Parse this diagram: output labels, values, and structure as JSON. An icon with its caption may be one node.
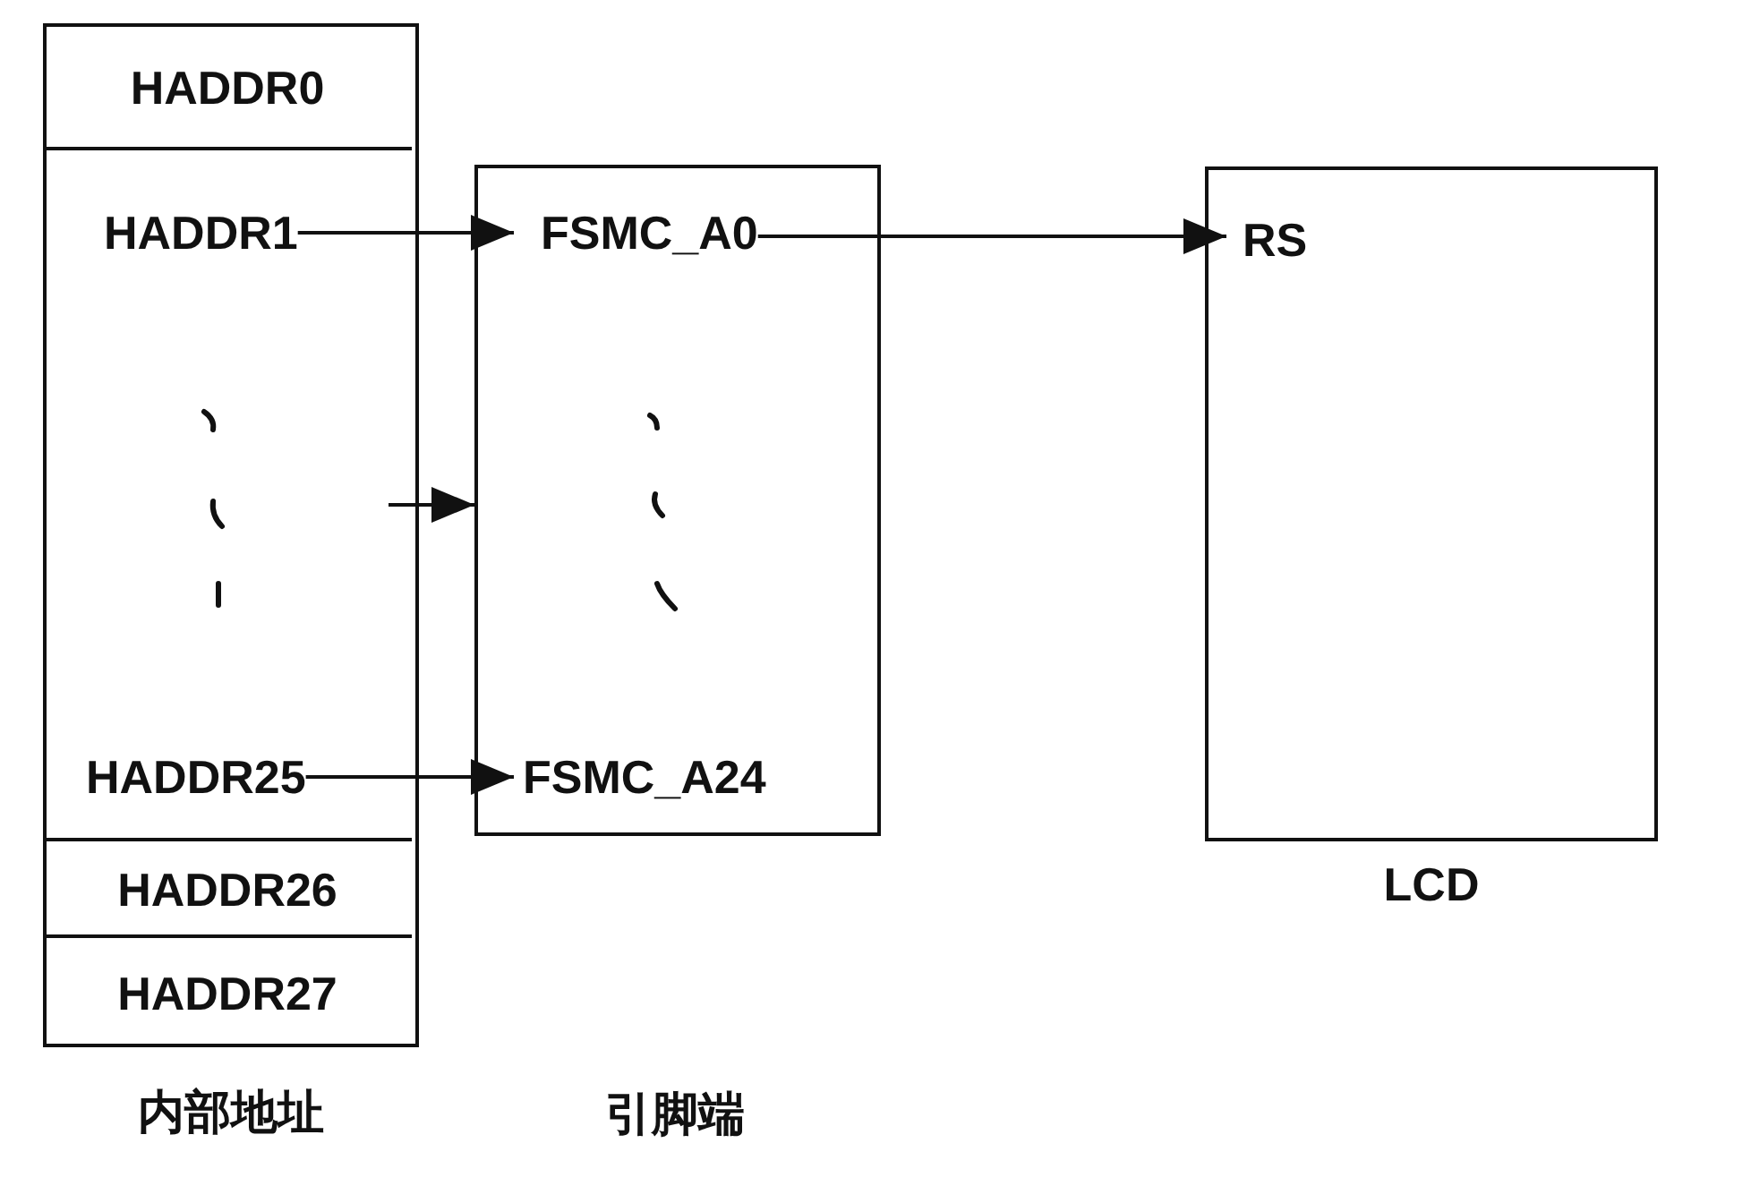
{
  "diagram": {
    "nodes": [
      {
        "text": [],
        "shape": "box",
        "beside": [
          "内部地址"
        ]
      },
      {
        "text": [
          "HADDR0"
        ],
        "in": 0
      },
      {
        "text": [],
        "shape": "box",
        "in": 0
      },
      {
        "text": [
          "HADDR1"
        ],
        "in": 2
      },
      {
        "text": [
          "HADDR25"
        ],
        "in": 2
      },
      {
        "text": [
          "HADDR26"
        ],
        "in": 0
      },
      {
        "text": [
          "HADDR27"
        ],
        "in": 0
      },
      {
        "text": [],
        "shape": "box"
      },
      {
        "text": [
          "FSMC_A0"
        ],
        "in": 7
      },
      {
        "text": [
          "FSMC_A24"
        ],
        "in": 7
      },
      {
        "text": [],
        "shape": "box",
        "beside": [
          "LCD"
        ]
      },
      {
        "text": [
          "RS"
        ],
        "in": 10
      }
    ],
    "edges": [
      {
        "from": 3,
        "to": 8,
        "arrow": "to"
      },
      {
        "from": null,
        "to": 7,
        "arrow": "to"
      },
      {
        "from": 4,
        "to": 9,
        "arrow": "to"
      },
      {
        "from": 8,
        "to": 11,
        "arrow": "to"
      }
    ],
    "labels": [
      "引脚端"
    ]
  }
}
